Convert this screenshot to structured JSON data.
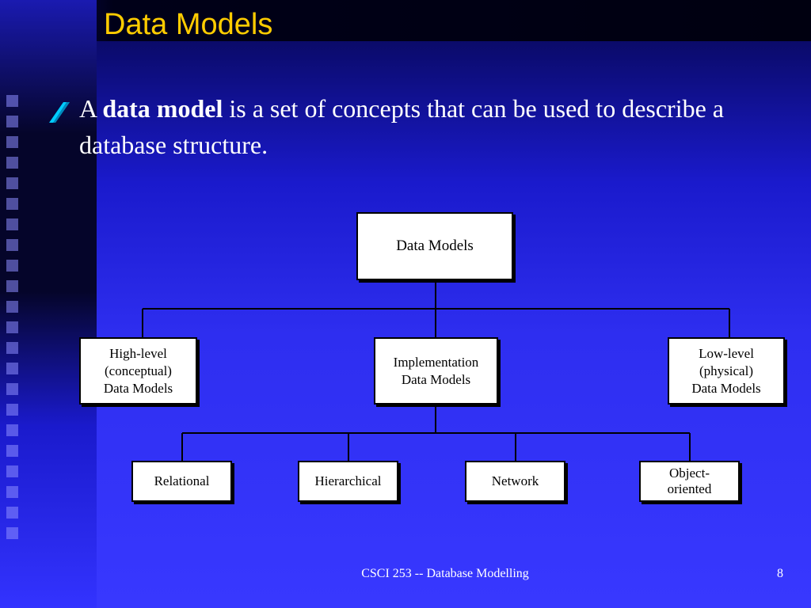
{
  "slide": {
    "title": "Data Models",
    "bullet": {
      "lead": "A ",
      "term": "data model",
      "rest": " is a set of concepts that can be used  to describe  a database structure."
    }
  },
  "diagram": {
    "root": "Data Models",
    "level1": [
      "High-level\n(conceptual)\nData Models",
      "Implementation\nData Models",
      "Low-level\n(physical)\nData Models"
    ],
    "level2": [
      "Relational",
      "Hierarchical",
      "Network",
      "Object-\noriented"
    ]
  },
  "footer": {
    "text": "CSCI 253 -- Database Modelling",
    "page": "8"
  },
  "colors": {
    "title": "#ffcc00",
    "bullet": "#00ccff",
    "background": "#3333ff"
  }
}
